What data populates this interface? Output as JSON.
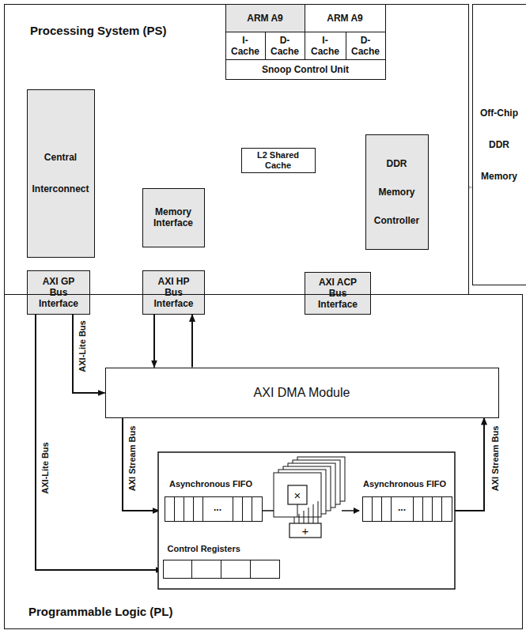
{
  "diagram": {
    "nodes": [
      {
        "text": [
          "Processing System (PS)"
        ]
      },
      {
        "text": [
          "ARM A9"
        ],
        "in": 0
      },
      {
        "text": [
          "I-Cache"
        ],
        "in": 0
      },
      {
        "text": [
          "D-Cache"
        ],
        "in": 0
      },
      {
        "text": [
          "ARM A9"
        ],
        "in": 0
      },
      {
        "text": [
          "I-Cache"
        ],
        "in": 0
      },
      {
        "text": [
          "D-Cache"
        ],
        "in": 0
      },
      {
        "text": [
          "Snoop Control Unit"
        ],
        "in": 0
      },
      {
        "text": [
          "Off-Chip DDR Memory"
        ]
      },
      {
        "text": [
          "Central Interconnect"
        ],
        "in": 0
      },
      {
        "text": [
          "L2 Shared Cache"
        ],
        "in": 0
      },
      {
        "text": [
          "DDR Memory Controller"
        ],
        "in": 0
      },
      {
        "text": [
          "Memory Interface"
        ],
        "in": 0
      },
      {
        "text": [
          "AXI GP Bus Interface"
        ]
      },
      {
        "text": [
          "AXI HP Bus Interface"
        ]
      },
      {
        "text": [
          "AXI ACP Bus Interface"
        ]
      },
      {
        "text": [
          "Programmable Logic (PL)"
        ]
      },
      {
        "text": [
          "AXI DMA Module"
        ],
        "in": 16
      },
      {
        "text": [
          "Asynchronous FIFO",
          "..."
        ],
        "in": 16
      },
      {
        "text": [
          "Asynchronous FIFO",
          "..."
        ],
        "in": 16
      },
      {
        "text": [
          "Control Registers"
        ],
        "in": 16
      }
    ],
    "edges": [
      {
        "from": 7,
        "to": 10,
        "arrow": "both"
      },
      {
        "from": 10,
        "to": 9,
        "arrow": "to"
      },
      {
        "from": 10,
        "to": 11,
        "arrow": "both"
      },
      {
        "from": 7,
        "to": 15,
        "arrow": "both"
      },
      {
        "from": 11,
        "to": 8,
        "arrow": "both"
      },
      {
        "from": 12,
        "to": 11,
        "arrow": "both"
      },
      {
        "from": 9,
        "to": 13,
        "arrow": "to"
      },
      {
        "from": 12,
        "to": 14,
        "arrow": "both"
      },
      {
        "from": 13,
        "to": 17,
        "label": "AXI-Lite Bus",
        "arrow": "to"
      },
      {
        "from": 13,
        "to": 20,
        "label": "AXI-Lite Bus",
        "arrow": "to"
      },
      {
        "from": 17,
        "to": 14,
        "arrow": "to"
      },
      {
        "from": 14,
        "to": 17,
        "arrow": "to"
      },
      {
        "from": 17,
        "to": 18,
        "label": "AXI Stream Bus",
        "arrow": "to"
      },
      {
        "from": 19,
        "to": 17,
        "label": "AXI Stream Bus",
        "arrow": "to"
      }
    ],
    "labels": [
      "×",
      "+"
    ]
  }
}
